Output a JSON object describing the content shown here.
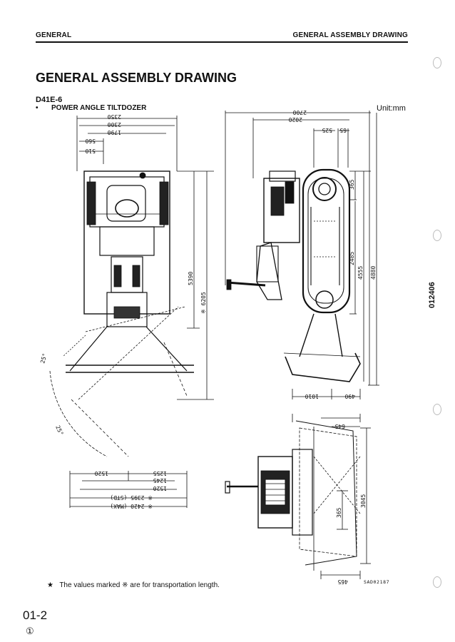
{
  "header": {
    "left": "GENERAL",
    "right": "GENERAL ASSEMBLY DRAWING"
  },
  "title": "GENERAL ASSEMBLY DRAWING",
  "model": "D41E-6",
  "subtitle_bullet": "•",
  "subtitle": "POWER ANGLE TILTDOZER",
  "unit": "Unit:mm",
  "dimensions": {
    "top_2350": "2350",
    "top_2300": "2300",
    "top_1790": "1790",
    "top_560": "560",
    "top_510": "510",
    "side_2700": "2700",
    "side_2020": "2020",
    "side_525": "525",
    "side_65": "65",
    "side_365": "365",
    "side_2485": "2485",
    "side_4555": "4555",
    "side_4880": "4880",
    "side_1010": "1010",
    "side_490": "490",
    "height_5390": "5390",
    "height_6205": "※ 6205",
    "angle_25": "25°",
    "angle_25b": "25°",
    "bottom_1520": "1520",
    "bottom_1255": "1255",
    "bottom_1245": "1245",
    "bottom_1520b": "1520",
    "bottom_2395": "※ 2395 (STD)",
    "bottom_2420": "※ 2420 (MAX)",
    "front_645": "645",
    "front_365": "365",
    "front_3045": "3045",
    "front_465": "465"
  },
  "note": {
    "symbol": "★",
    "text": "The values marked ※ are for transportation length."
  },
  "drawing_code": "SAD02187",
  "doc_id": "012406",
  "page_number": "01-2",
  "revision": "①"
}
